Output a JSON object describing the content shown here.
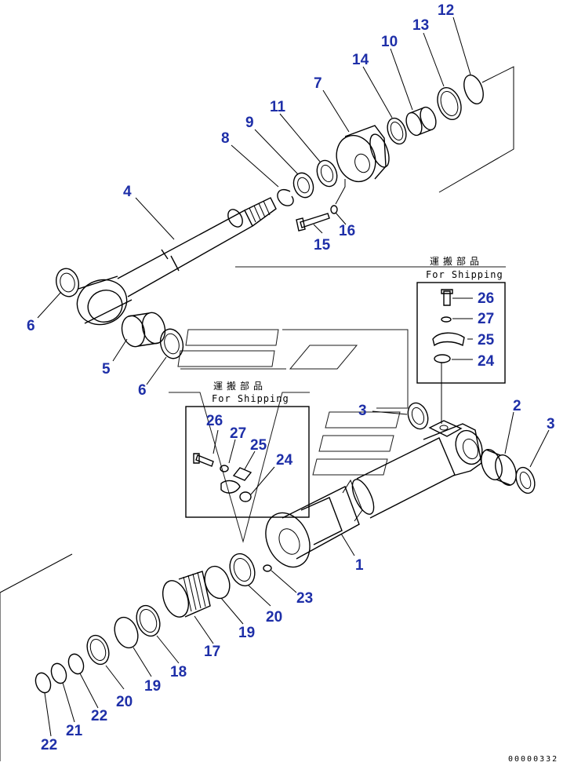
{
  "diagram": {
    "part_numbers": [
      "1",
      "2",
      "3",
      "3",
      "4",
      "5",
      "6",
      "6",
      "7",
      "8",
      "9",
      "10",
      "11",
      "12",
      "13",
      "14",
      "15",
      "16",
      "17",
      "18",
      "19",
      "19",
      "20",
      "20",
      "21",
      "22",
      "22",
      "23",
      "24",
      "24",
      "25",
      "25",
      "26",
      "26",
      "27",
      "27"
    ],
    "shipping_box_right": {
      "jp_label": "運搬部品",
      "en_label": "For Shipping"
    },
    "shipping_box_left": {
      "jp_label": "運搬部品",
      "en_label": "For Shipping"
    },
    "figure_code": "00000332"
  }
}
